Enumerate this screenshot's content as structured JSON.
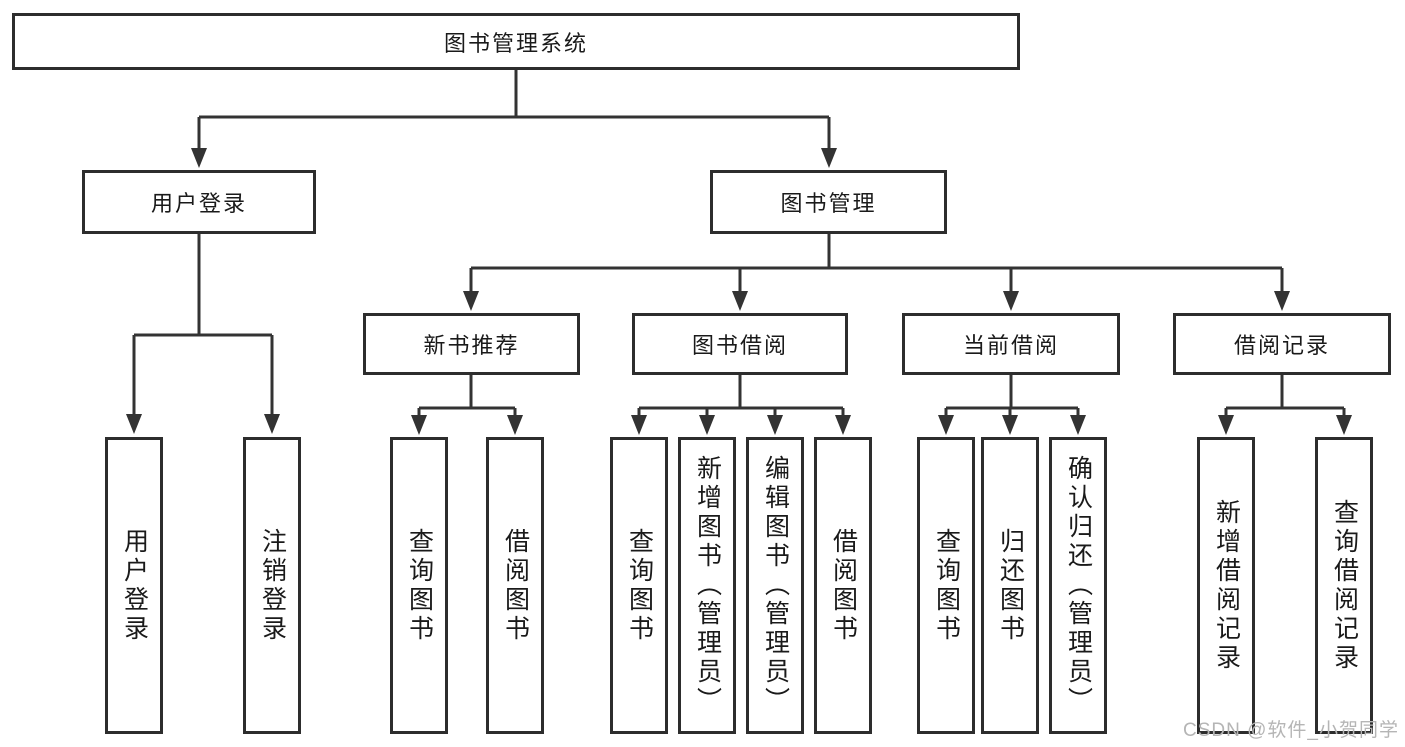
{
  "colors": {
    "line": "#333333",
    "box_border": "#2d2d2d",
    "text": "#1a1a1a",
    "watermark": "#b5b5b5",
    "background": "#ffffff"
  },
  "root": {
    "label": "图书管理系统"
  },
  "branches": {
    "user_login": "用户登录",
    "book_management": "图书管理"
  },
  "modules": {
    "new_book_recommend": "新书推荐",
    "book_borrowing": "图书借阅",
    "current_borrowing": "当前借阅",
    "borrowing_records": "借阅记录"
  },
  "leaves": {
    "user_login": "用户登录",
    "logout": "注销登录",
    "recommend_query_books": "查询图书",
    "recommend_borrow_books": "借阅图书",
    "borrowing_query_books": "查询图书",
    "borrowing_add_books": "新增图书（管理员）",
    "borrowing_edit_books": "编辑图书（管理员）",
    "borrowing_borrow_books": "借阅图书",
    "current_query_books": "查询图书",
    "current_return_books": "归还图书",
    "current_confirm_return": "确认归还（管理员）",
    "records_add_record": "新增借阅记录",
    "records_query_record": "查询借阅记录"
  },
  "watermark": {
    "text": "CSDN @软件_小贺同学"
  }
}
